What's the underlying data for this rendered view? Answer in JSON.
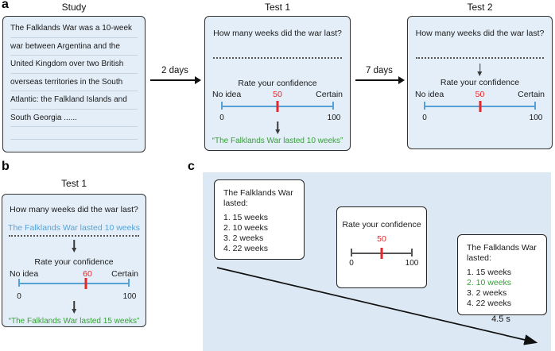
{
  "figure": {
    "panel_a": {
      "label": "a",
      "study": {
        "title": "Study",
        "lines": [
          "The Falklands War was a 10-week",
          "war between Argentina and the",
          "United Kingdom over two British",
          "overseas territories in the South",
          "Atlantic: the Falkland Islands and",
          "South Georgia ......"
        ]
      },
      "delay1": "2 days",
      "delay2": "7 days",
      "test1": {
        "title": "Test 1",
        "question": "How many weeks did the war last?",
        "confidence_prompt": "Rate your confidence",
        "scale_left": "No idea",
        "scale_right": "Certain",
        "value": "50",
        "min": "0",
        "max": "100",
        "answer": "“The Falklands War lasted 10 weeks”"
      },
      "test2": {
        "title": "Test 2",
        "question": "How many weeks did the war last?",
        "confidence_prompt": "Rate your confidence",
        "scale_left": "No idea",
        "scale_right": "Certain",
        "value": "50",
        "min": "0",
        "max": "100"
      }
    },
    "panel_b": {
      "label": "b",
      "test1": {
        "title": "Test 1",
        "question": "How many weeks did the war last?",
        "cue": "The Falklands War lasted 10 weeks",
        "confidence_prompt": "Rate your confidence",
        "scale_left": "No idea",
        "scale_right": "Certain",
        "value": "60",
        "min": "0",
        "max": "100",
        "answer": "“The Falklands War lasted 15 weeks”"
      }
    },
    "panel_c": {
      "label": "c",
      "choice_screen": {
        "title_line1": "The Falklands War",
        "title_line2": "lasted:",
        "options": [
          "1. 15 weeks",
          "2. 10 weeks",
          "3. 2 weeks",
          "4. 22 weeks"
        ]
      },
      "confidence_screen": {
        "prompt": "Rate your confidence",
        "value": "50",
        "min": "0",
        "max": "100"
      },
      "feedback_screen": {
        "title_line1": "The Falklands War",
        "title_line2": "lasted:",
        "options": [
          "1. 15 weeks",
          "2. 10 weeks",
          "3. 2 weeks",
          "4. 22 weeks"
        ],
        "correct_option": "2. 10 weeks"
      },
      "duration": "4.5 s"
    },
    "colors": {
      "box_fill": "#e3eef8",
      "panel_c_fill": "#dce9f4",
      "scale_blue": "#55a1d6",
      "marker_red": "#e8252a",
      "answer_green": "#36a136",
      "cue_blue": "#58a3d9"
    }
  }
}
